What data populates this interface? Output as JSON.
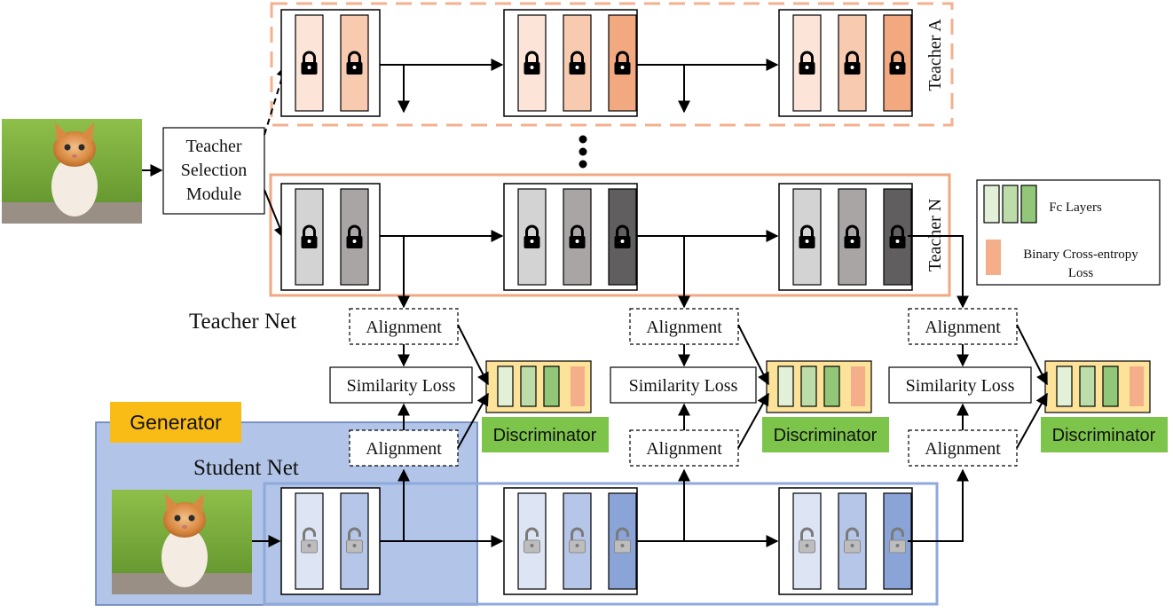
{
  "labels": {
    "teacher_selection": [
      "Teacher",
      "Selection",
      "Module"
    ],
    "teacher_a": "Teacher A",
    "teacher_n": "Teacher N",
    "teacher_net": "Teacher Net",
    "student_net": "Student Net",
    "generator": "Generator",
    "alignment": "Alignment",
    "similarity_loss": "Similarity Loss",
    "discriminator": "Discriminator"
  },
  "legend": {
    "fc_layers": "Fc Layers",
    "bce_loss_line1": "Binary Cross-entropy",
    "bce_loss_line2": "Loss"
  },
  "colors": {
    "teacher_a": [
      "#fce5d8",
      "#f8cbb0",
      "#f2a97f"
    ],
    "teacher_n": [
      "#d3d3d3",
      "#a9a5a5",
      "#605e5e"
    ],
    "student": [
      "#dde4f4",
      "#b6c6e8",
      "#8aa4d8"
    ],
    "fc": [
      "#e3f0d8",
      "#bcdca9",
      "#92c77a"
    ],
    "bce": "#f4ae8a",
    "discriminator_box": "#fde399",
    "discriminator_tag": "#7dc44a",
    "generator_tag": "#f9bc16",
    "generator_region": "#b2c5e8",
    "teacher_a_border": "#f4b08f",
    "teacher_n_border": "#f0a882",
    "student_border": "#8fa9dd"
  },
  "icons": {
    "teacher_lock": "lock-icon",
    "student_lock": "unlock-icon",
    "ellipsis": "vertical-ellipsis-icon",
    "cat_image": "kitten-photo"
  }
}
